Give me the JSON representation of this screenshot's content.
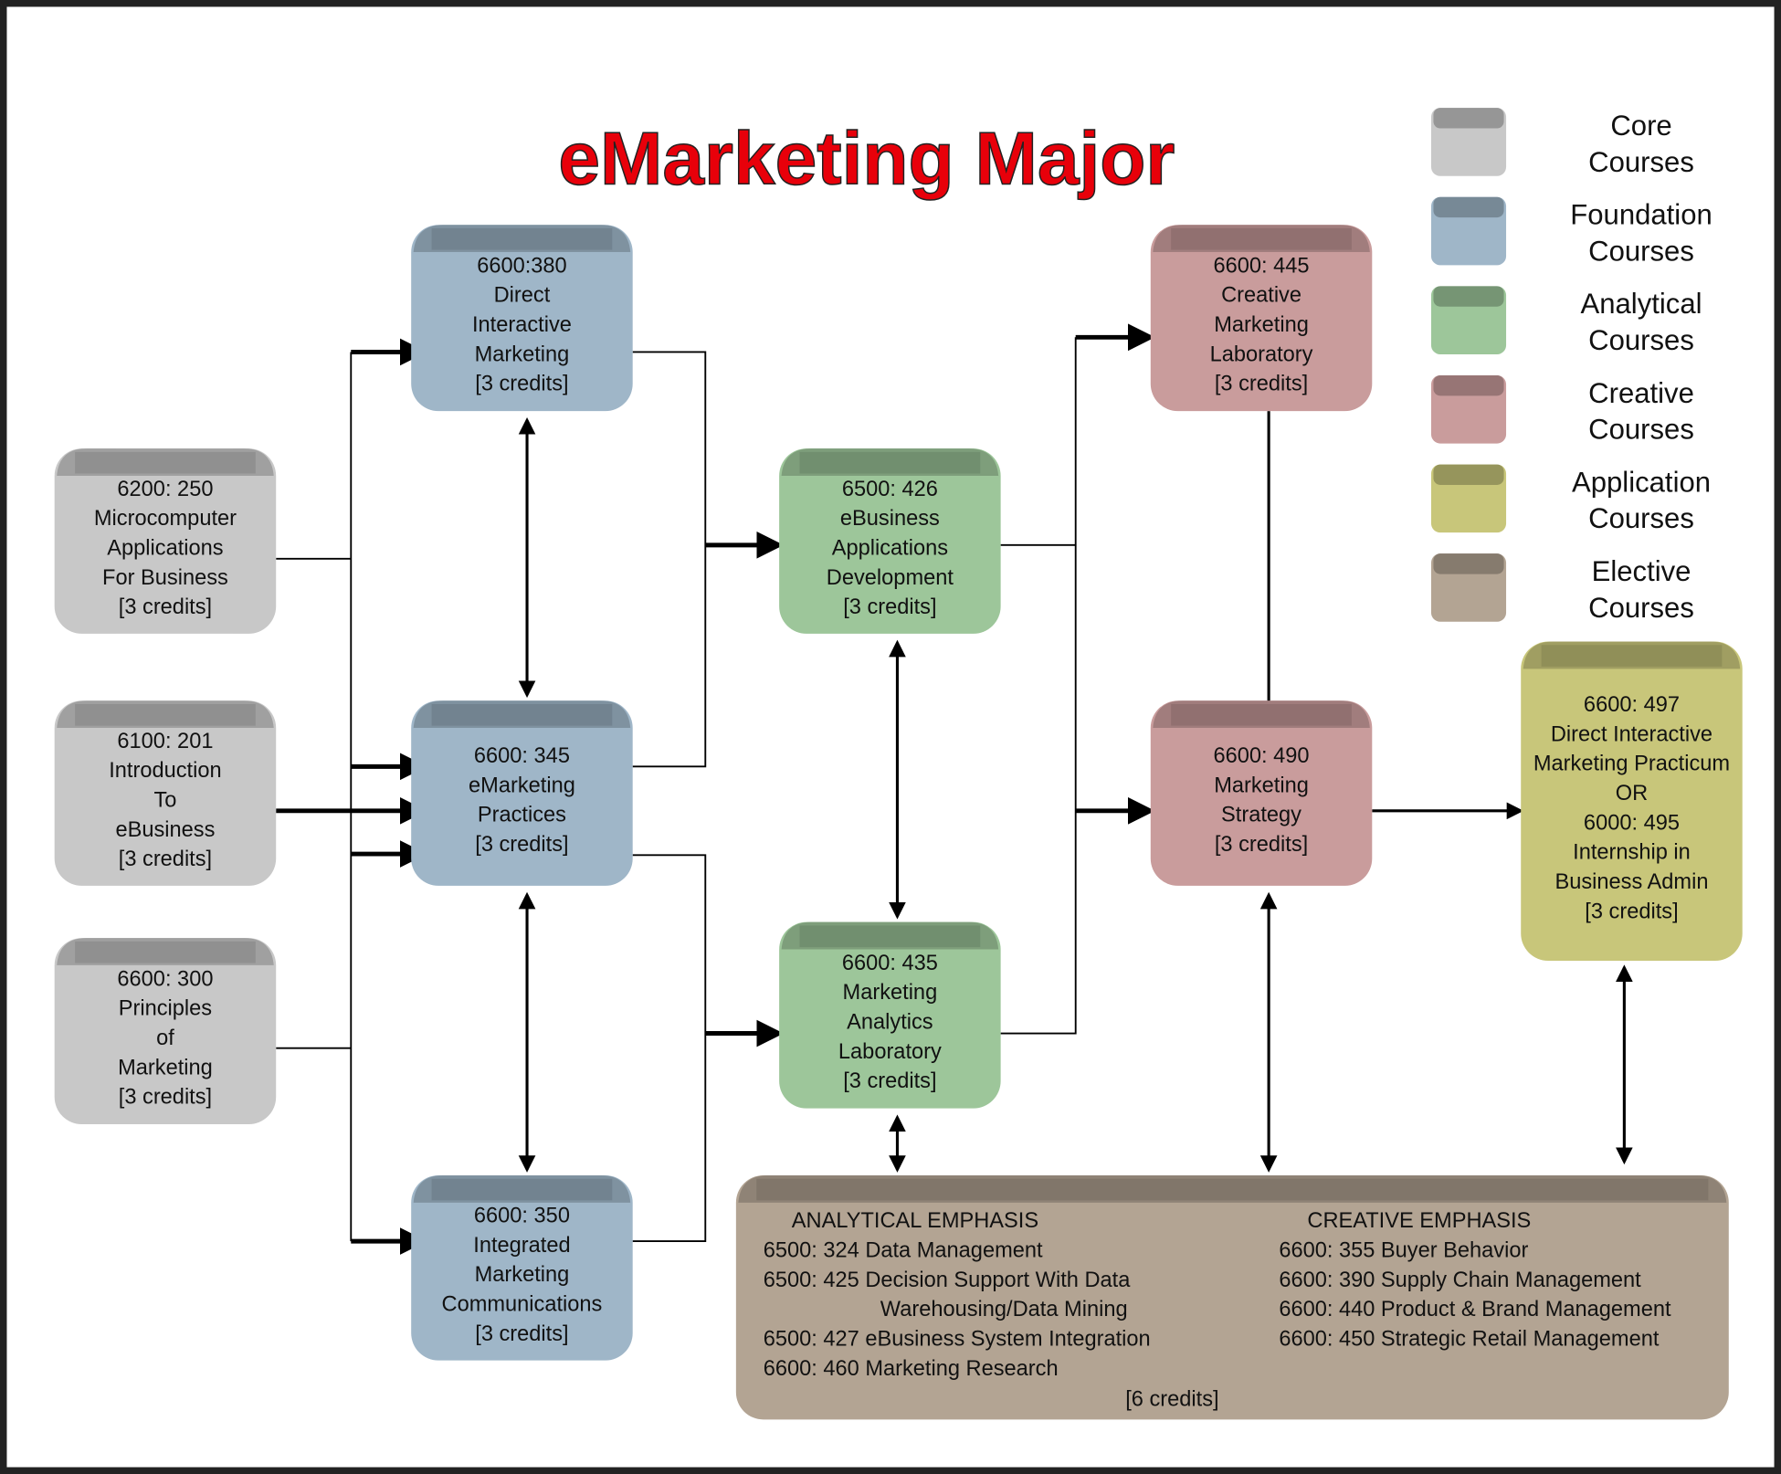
{
  "title": "eMarketing Major",
  "colors": {
    "core": "#c8c8c8",
    "foundation": "#9fb6c8",
    "analytical": "#9dc69a",
    "creative": "#c99c9c",
    "application": "#c8c67a",
    "elective": "#b3a493",
    "title": "#e8000a"
  },
  "legend": [
    {
      "key": "core",
      "lines": [
        "Core",
        "Courses"
      ]
    },
    {
      "key": "foundation",
      "lines": [
        "Foundation",
        "Courses"
      ]
    },
    {
      "key": "analytical",
      "lines": [
        "Analytical",
        "Courses"
      ]
    },
    {
      "key": "creative",
      "lines": [
        "Creative",
        "Courses"
      ]
    },
    {
      "key": "application",
      "lines": [
        "Application",
        "Courses"
      ]
    },
    {
      "key": "elective",
      "lines": [
        "Elective",
        "Courses"
      ]
    }
  ],
  "courses": [
    {
      "id": "6200-250",
      "type": "core",
      "lines": [
        "6200: 250",
        "Microcomputer",
        "Applications",
        "For Business",
        "[3 credits]"
      ]
    },
    {
      "id": "6100-201",
      "type": "core",
      "lines": [
        "6100: 201",
        "Introduction",
        "To",
        "eBusiness",
        "[3 credits]"
      ]
    },
    {
      "id": "6600-300",
      "type": "core",
      "lines": [
        "6600: 300",
        "Principles",
        "of",
        "Marketing",
        "[3 credits]"
      ]
    },
    {
      "id": "6600-380",
      "type": "foundation",
      "lines": [
        "6600:380",
        "Direct",
        "Interactive",
        "Marketing",
        "[3 credits]"
      ]
    },
    {
      "id": "6600-345",
      "type": "foundation",
      "lines": [
        "6600: 345",
        "eMarketing",
        "Practices",
        "[3 credits]"
      ]
    },
    {
      "id": "6600-350",
      "type": "foundation",
      "lines": [
        "6600: 350",
        "Integrated",
        "Marketing",
        "Communications",
        "[3 credits]"
      ]
    },
    {
      "id": "6500-426",
      "type": "analytical",
      "lines": [
        "6500: 426",
        "eBusiness",
        "Applications",
        "Development",
        "[3 credits]"
      ]
    },
    {
      "id": "6600-435",
      "type": "analytical",
      "lines": [
        "6600: 435",
        "Marketing",
        "Analytics",
        "Laboratory",
        "[3 credits]"
      ]
    },
    {
      "id": "6600-445",
      "type": "creative",
      "lines": [
        "6600: 445",
        "Creative",
        "Marketing",
        "Laboratory",
        "[3 credits]"
      ]
    },
    {
      "id": "6600-490",
      "type": "creative",
      "lines": [
        "6600: 490",
        "Marketing",
        "Strategy",
        "[3 credits]"
      ]
    },
    {
      "id": "6600-497",
      "type": "application",
      "lines": [
        "6600: 497",
        "Direct Interactive",
        "Marketing Practicum",
        "OR",
        "6000: 495",
        "Internship in",
        "Business Admin",
        "[3 credits]"
      ]
    }
  ],
  "electives": {
    "analytical_heading": "ANALYTICAL EMPHASIS",
    "analytical": [
      "6500: 324 Data Management",
      "6500: 425 Decision Support With Data",
      "Warehousing/Data Mining",
      "6500: 427 eBusiness System Integration",
      "6600: 460 Marketing Research"
    ],
    "creative_heading": "CREATIVE EMPHASIS",
    "creative": [
      "6600: 355 Buyer Behavior",
      "6600: 390 Supply Chain Management",
      "6600: 440 Product & Brand Management",
      "6600: 450 Strategic Retail Management"
    ],
    "credits": "[6 credits]"
  }
}
